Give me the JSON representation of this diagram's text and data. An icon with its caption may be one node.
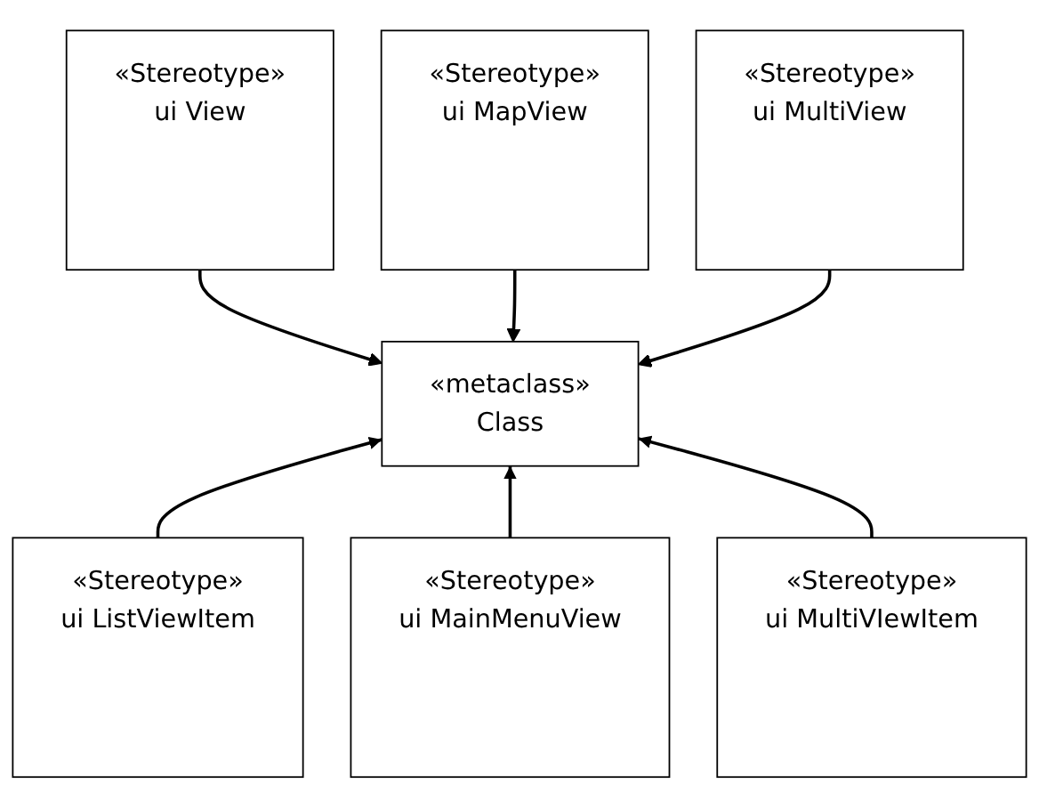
{
  "diagram": {
    "nodes": [
      {
        "text": [
          "«Stereotype»",
          "ui View"
        ]
      },
      {
        "text": [
          "«Stereotype»",
          "ui MapView"
        ]
      },
      {
        "text": [
          "«Stereotype»",
          "ui MultiView"
        ]
      },
      {
        "text": [
          "«metaclass»",
          "Class"
        ]
      },
      {
        "text": [
          "«Stereotype»",
          "ui ListViewItem"
        ]
      },
      {
        "text": [
          "«Stereotype»",
          "ui MainMenuView"
        ]
      },
      {
        "text": [
          "«Stereotype»",
          "ui MultiVIewItem"
        ]
      }
    ],
    "edges": [
      {
        "from": 0,
        "to": 3,
        "arrow": "to"
      },
      {
        "from": 1,
        "to": 3,
        "arrow": "to"
      },
      {
        "from": 2,
        "to": 3,
        "arrow": "to"
      },
      {
        "from": 4,
        "to": 3,
        "arrow": "to"
      },
      {
        "from": 5,
        "to": 3,
        "arrow": "to"
      },
      {
        "from": 6,
        "to": 3,
        "arrow": "to"
      }
    ]
  }
}
